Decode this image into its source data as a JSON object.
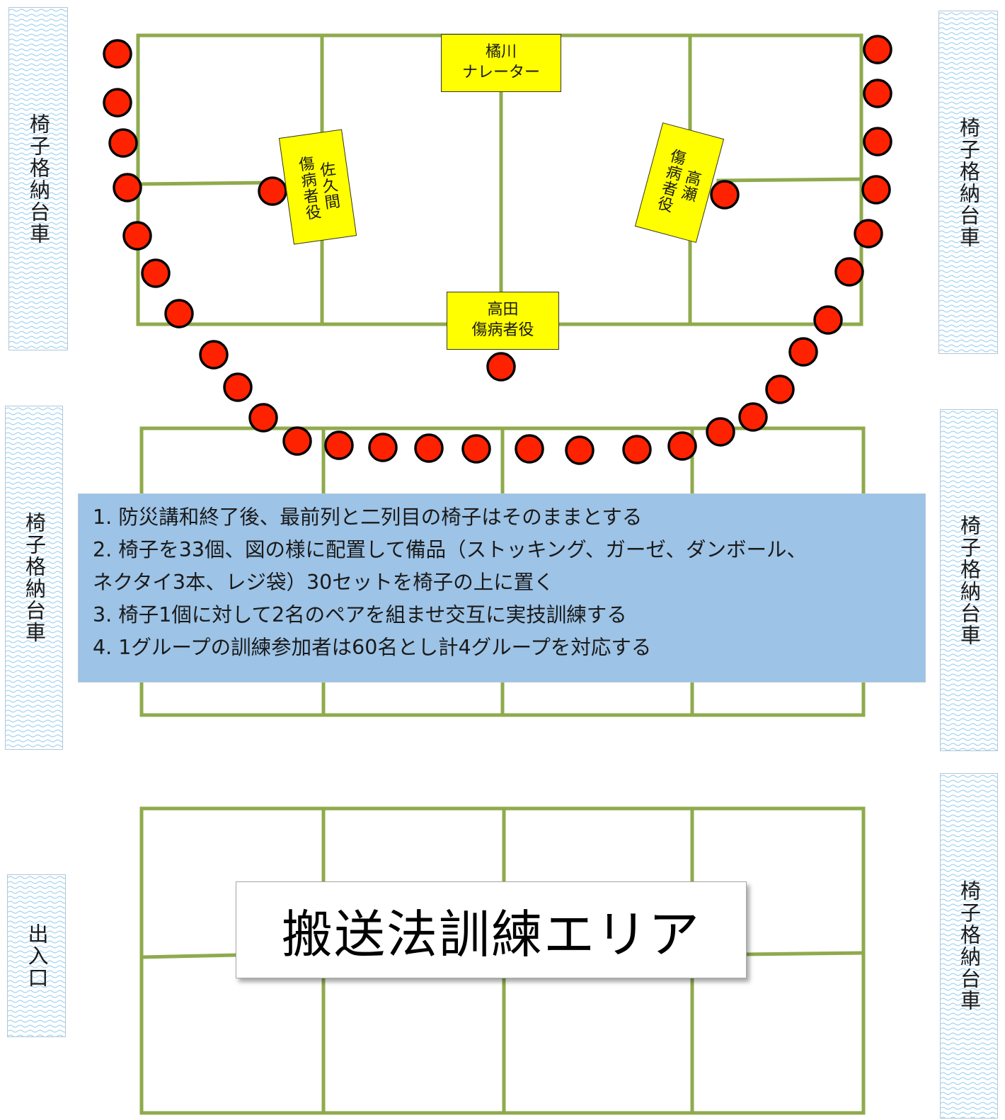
{
  "labels": {
    "chair_cart_left_top": "椅子格納台車",
    "chair_cart_left_mid": "椅子格納台車",
    "entrance": "出入口",
    "chair_cart_right_top": "椅子格納台車",
    "chair_cart_right_mid": "椅子格納台車",
    "chair_cart_right_bottom": "椅子格納台車"
  },
  "roles": {
    "narrator": "橘川\nナレーター",
    "sakuma": "佐久間\n傷病者役",
    "takase": "高瀬\n傷病者役",
    "takada": "高田\n傷病者役"
  },
  "notes": [
    "1. 防災講和終了後、最前列と二列目の椅子はそのままとする",
    "2. 椅子を33個、図の様に配置して備品（ストッキング、ガーゼ、ダンボール、",
    "ネクタイ3本、レジ袋）30セットを椅子の上に置く",
    "3. 椅子1個に対して2名のペアを組ませ交互に実技訓練する",
    "4. 1グループの訓練参加者は60名とし計4グループを対応する"
  ],
  "training_area_title": "搬送法訓練エリア",
  "colors": {
    "grid_line": "#8faa4c",
    "chair_fill": "#ff2200",
    "chair_stroke": "#000000",
    "role_box": "#ffff00",
    "notes_bg": "#9dc3e6"
  }
}
